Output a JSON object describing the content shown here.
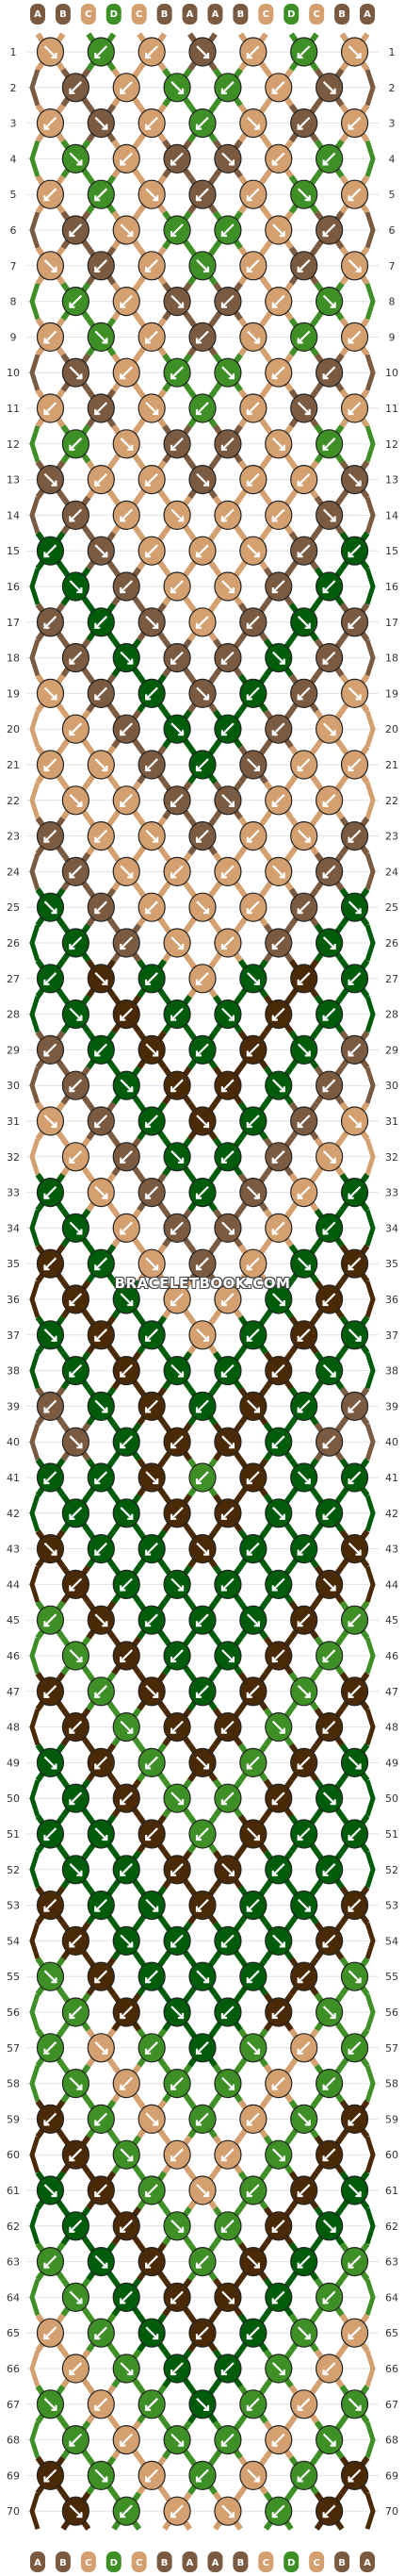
{
  "watermark": "BRACELETBOOK.COM",
  "strings": [
    "A",
    "B",
    "C",
    "D",
    "C",
    "B",
    "A"
  ],
  "string_colors": [
    "#6e4a2e",
    "#6e4a2e",
    "#d69a6a",
    "#2f7a1f",
    "#d69a6a",
    "#6e4a2e",
    "#6e4a2e"
  ],
  "row_count": 70,
  "palette": {
    "A": "#005c0b",
    "B": "#4a2a06",
    "C": "#d4a070",
    "D": "#3e8f26",
    "E": "#7a5a40"
  },
  "knot_colors": [
    "#7a5a40",
    "#d4a070",
    "#3e8f26",
    "#005c0b",
    "#4a2a06"
  ],
  "legend": {
    "top_letters": [
      "A",
      "B",
      "C",
      "D",
      "C",
      "B",
      "A"
    ],
    "bottom_letters": [
      "A",
      "B",
      "C",
      "D",
      "C",
      "B",
      "A"
    ]
  }
}
